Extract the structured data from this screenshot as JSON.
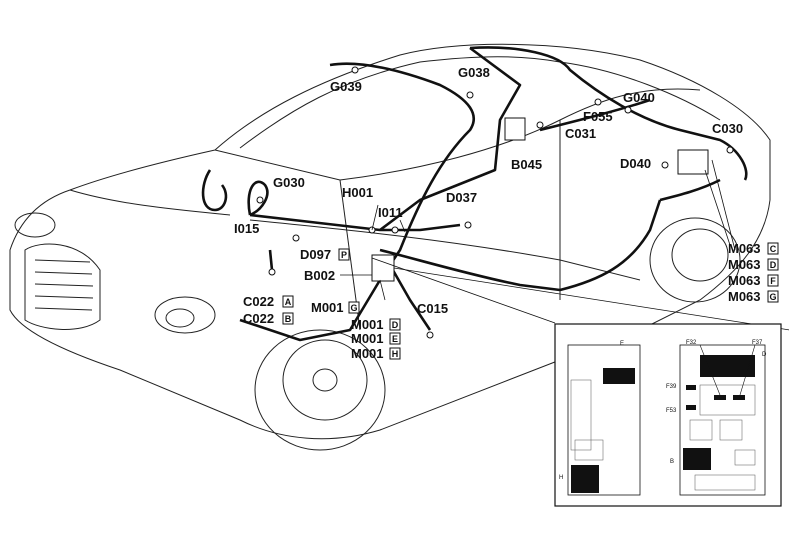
{
  "diagram": {
    "labels": [
      {
        "id": "g039",
        "text": "G039"
      },
      {
        "id": "g038",
        "text": "G038"
      },
      {
        "id": "g040",
        "text": "G040"
      },
      {
        "id": "f055",
        "text": "F055"
      },
      {
        "id": "c031",
        "text": "C031"
      },
      {
        "id": "c030",
        "text": "C030"
      },
      {
        "id": "b045",
        "text": "B045"
      },
      {
        "id": "d040",
        "text": "D040"
      },
      {
        "id": "g030",
        "text": "G030"
      },
      {
        "id": "h001",
        "text": "H001"
      },
      {
        "id": "d037",
        "text": "D037"
      },
      {
        "id": "i011",
        "text": "I011"
      },
      {
        "id": "i015",
        "text": "I015"
      },
      {
        "id": "d097",
        "text": "D097"
      },
      {
        "id": "b002",
        "text": "B002"
      },
      {
        "id": "c022a",
        "text": "C022"
      },
      {
        "id": "c022b",
        "text": "C022"
      },
      {
        "id": "m001g",
        "text": "M001"
      },
      {
        "id": "m001d",
        "text": "M001"
      },
      {
        "id": "m001e",
        "text": "M001"
      },
      {
        "id": "m001h",
        "text": "M001"
      },
      {
        "id": "c015",
        "text": "C015"
      },
      {
        "id": "m063c",
        "text": "M063"
      },
      {
        "id": "m063d",
        "text": "M063"
      },
      {
        "id": "m063f",
        "text": "M063"
      },
      {
        "id": "m063g",
        "text": "M063"
      }
    ],
    "boxed_letters": [
      {
        "id": "d097-p",
        "text": "P"
      },
      {
        "id": "c022a-a",
        "text": "A"
      },
      {
        "id": "c022b-b",
        "text": "B"
      },
      {
        "id": "m001g-g",
        "text": "G"
      },
      {
        "id": "m001d-d",
        "text": "D"
      },
      {
        "id": "m001e-e",
        "text": "E"
      },
      {
        "id": "m001h-h",
        "text": "H"
      },
      {
        "id": "m063c-c",
        "text": "C"
      },
      {
        "id": "m063d-d",
        "text": "D"
      },
      {
        "id": "m063f-f",
        "text": "F"
      },
      {
        "id": "m063g-g",
        "text": "G"
      }
    ],
    "inset": {
      "left_panel_labels": [
        "E",
        "H"
      ],
      "right_panel_labels": [
        "F32",
        "F37",
        "D",
        "F39",
        "F53",
        "B"
      ]
    }
  }
}
